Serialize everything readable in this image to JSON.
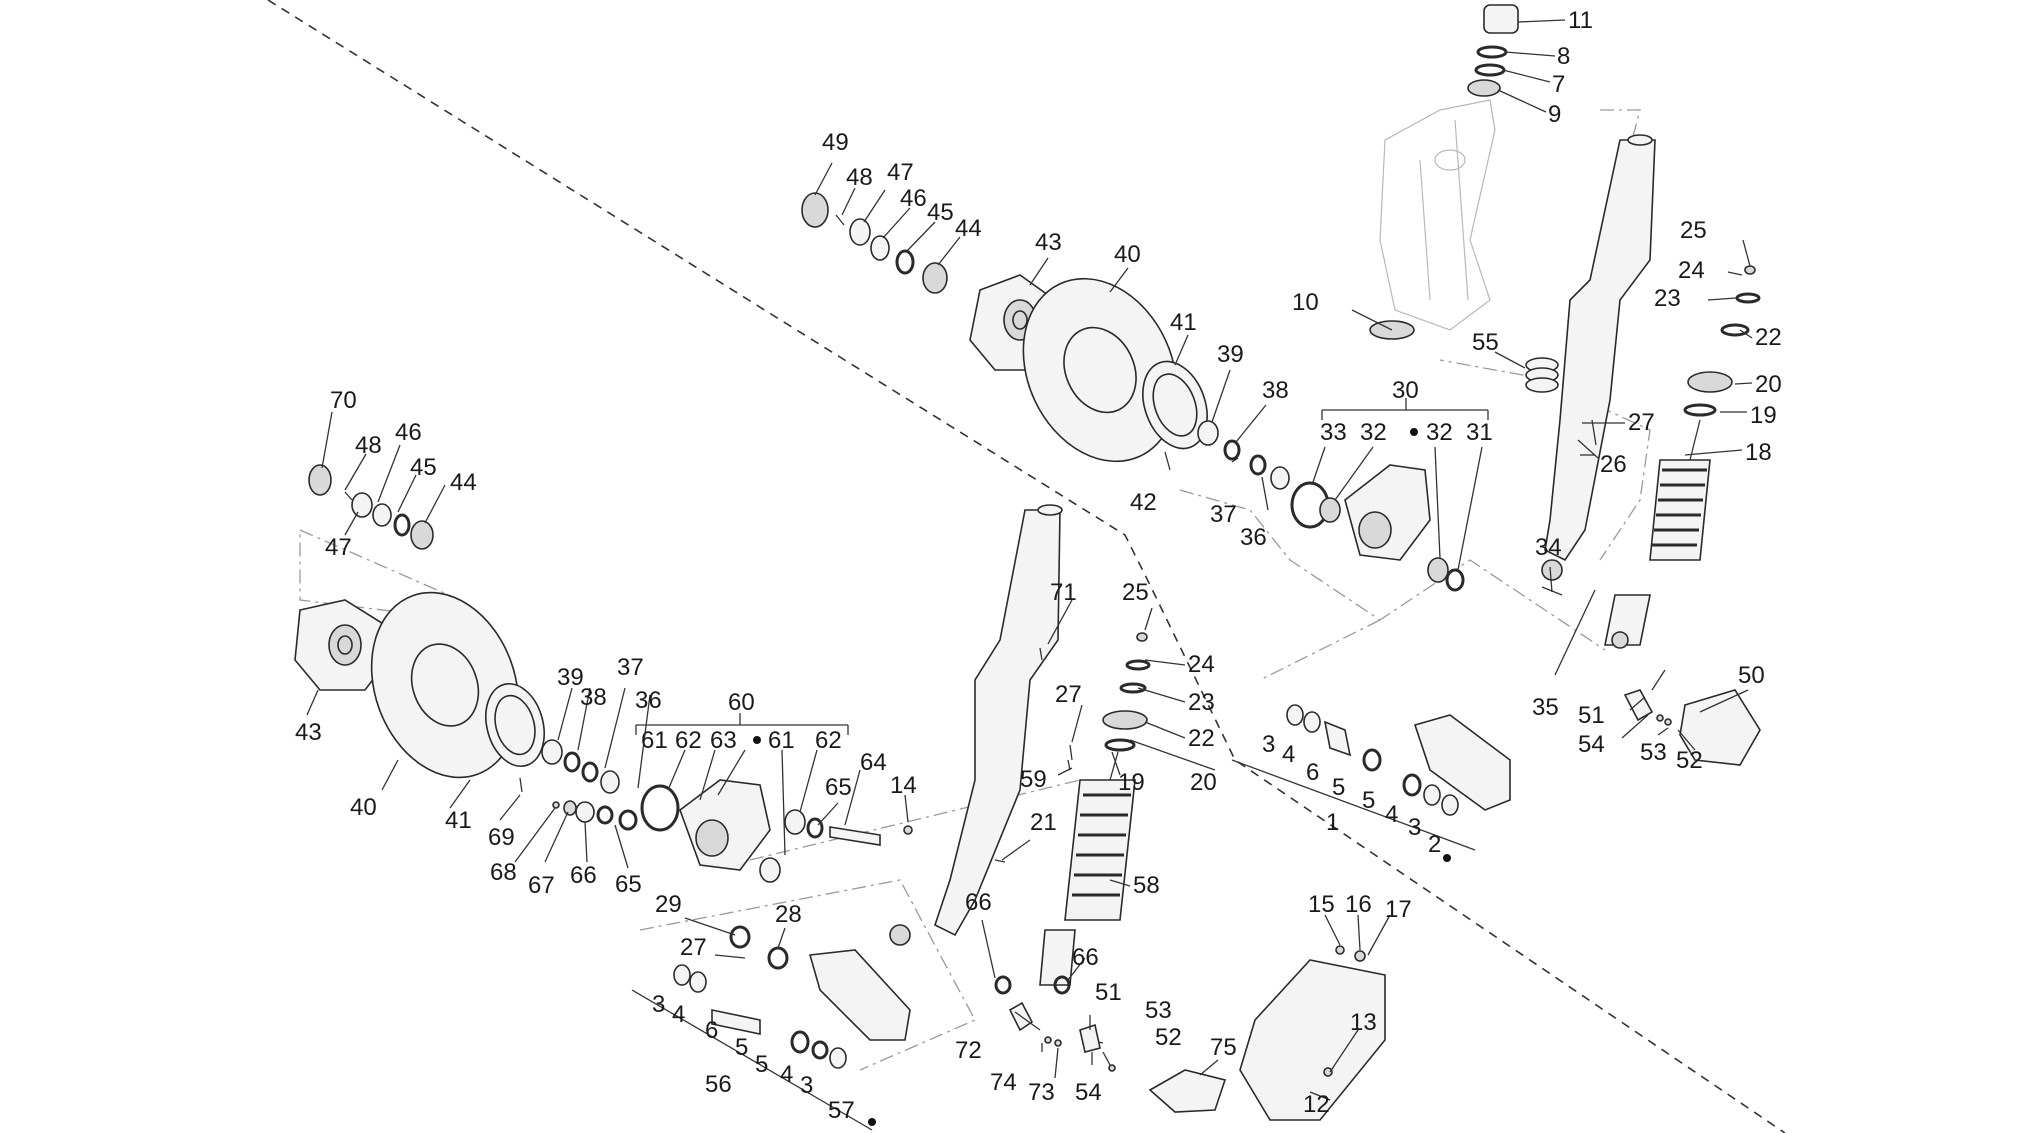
{
  "background": "#ffffff",
  "line_color": "#2a2a2a",
  "upper_assembly": {
    "wheel_bearing_callouts": [
      "49",
      "48",
      "47",
      "46",
      "45",
      "44"
    ],
    "hub_callouts": [
      "43",
      "40",
      "41",
      "39",
      "38",
      "42",
      "37",
      "36"
    ],
    "steering_callouts": [
      "11",
      "8",
      "7",
      "9",
      "10",
      "55"
    ],
    "caliper_group": {
      "main": "30",
      "sub": [
        "33",
        "32",
        "32",
        "31"
      ]
    },
    "fork_callouts": [
      "25",
      "24",
      "23",
      "22",
      "20",
      "19",
      "18",
      "27",
      "26",
      "34",
      "35"
    ],
    "link_callouts": [
      "3",
      "4",
      "6",
      "5",
      "5",
      "4",
      "3",
      "1",
      "2"
    ],
    "cover_callouts": [
      "50",
      "51",
      "54",
      "53",
      "52"
    ]
  },
  "lower_assembly": {
    "wheel_bearing_callouts": [
      "70",
      "48",
      "46",
      "45",
      "44",
      "47"
    ],
    "hub_callouts": [
      "43",
      "40",
      "41",
      "69",
      "68",
      "67",
      "66",
      "65",
      "39",
      "38",
      "37",
      "36"
    ],
    "caliper_group": {
      "main": "60",
      "sub": [
        "61",
        "62",
        "63",
        "61",
        "62"
      ]
    },
    "caliper_callouts": [
      "64",
      "65",
      "14"
    ],
    "fork_callouts": [
      "71",
      "27",
      "59",
      "21",
      "25",
      "24",
      "23",
      "22",
      "19",
      "20",
      "58",
      "66",
      "66"
    ],
    "link_callouts": [
      "29",
      "28",
      "27",
      "3",
      "4",
      "6",
      "5",
      "5",
      "4",
      "3",
      "56",
      "57"
    ],
    "cover_callouts": [
      "51",
      "53",
      "52",
      "72",
      "74",
      "73",
      "54",
      "75",
      "15",
      "16",
      "17",
      "13",
      "12"
    ]
  }
}
